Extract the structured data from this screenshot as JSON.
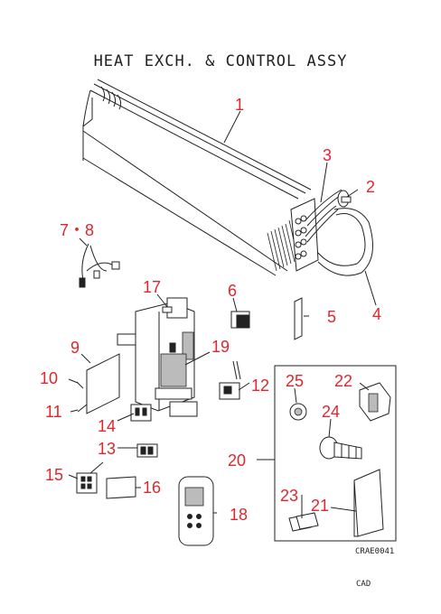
{
  "title": "HEAT EXCH. & CONTROL ASSY",
  "callouts": {
    "c1": "1",
    "c2": "2",
    "c3": "3",
    "c4": "4",
    "c5": "5",
    "c6": "6",
    "c7_8": "7・8",
    "c9": "9",
    "c10": "10",
    "c11": "11",
    "c12": "12",
    "c13": "13",
    "c14": "14",
    "c15": "15",
    "c16": "16",
    "c17": "17",
    "c18": "18",
    "c19": "19",
    "c20": "20",
    "c21": "21",
    "c22": "22",
    "c23": "23",
    "c24": "24",
    "c25": "25"
  },
  "drawing_code": "CRAE0041",
  "footer": "CAD",
  "colors": {
    "callout": "#e0262d",
    "ink": "#222222"
  }
}
